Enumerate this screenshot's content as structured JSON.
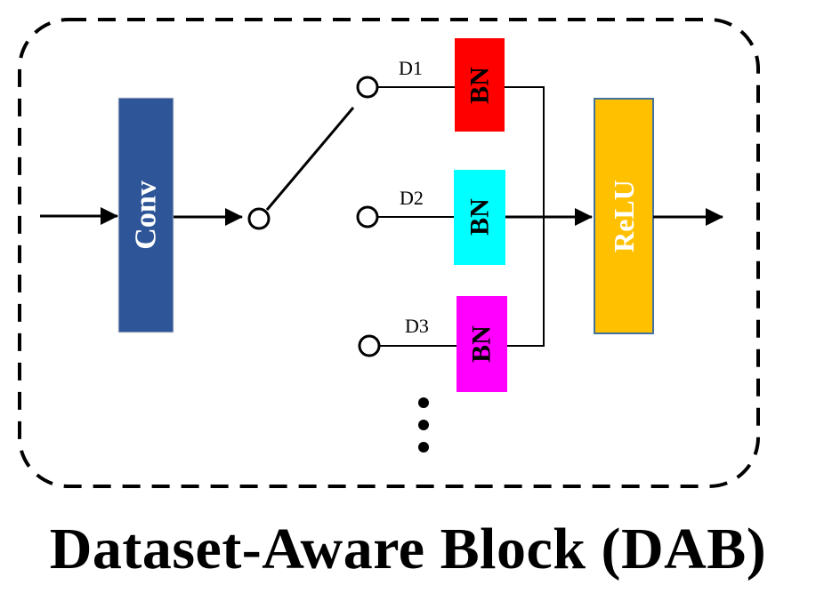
{
  "blocks": {
    "conv": {
      "label": "Conv",
      "color": "#2e5597"
    },
    "bn1": {
      "label": "BN",
      "color": "#ff0000"
    },
    "bn2": {
      "label": "BN",
      "color": "#00ffff"
    },
    "bn3": {
      "label": "BN",
      "color": "#ff00ff"
    },
    "relu": {
      "label": "ReLU",
      "color": "#ffc000"
    }
  },
  "switch_labels": {
    "d1": "D1",
    "d2": "D2",
    "d3": "D3"
  },
  "caption": "Dataset-Aware Block (DAB)"
}
